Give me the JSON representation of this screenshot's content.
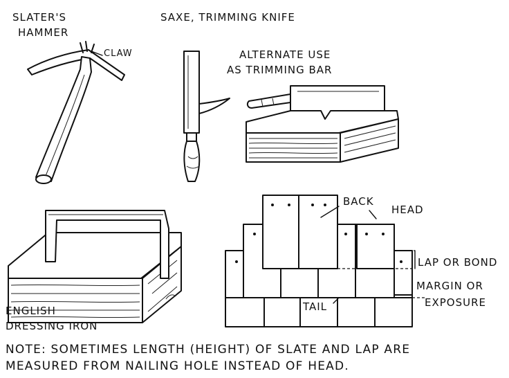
{
  "labels": {
    "slaters_hammer": [
      "SLATER'S",
      "HAMMER"
    ],
    "claw": "CLAW",
    "saxe": "SAXE, TRIMMING KNIFE",
    "alternate_use": [
      "ALTERNATE USE",
      "AS TRIMMING BAR"
    ],
    "back": "BACK",
    "head": "HEAD",
    "lap_or_bond": "LAP OR BOND",
    "margin_or": "MARGIN OR",
    "exposure": "EXPOSURE",
    "tail": "TAIL",
    "english_dressing_iron": [
      "ENGLISH",
      "DRESSING IRON"
    ]
  },
  "note": [
    "NOTE: SOMETIMES LENGTH (HEIGHT) OF SLATE AND LAP ARE",
    "MEASURED FROM NAILING HOLE INSTEAD OF HEAD."
  ]
}
